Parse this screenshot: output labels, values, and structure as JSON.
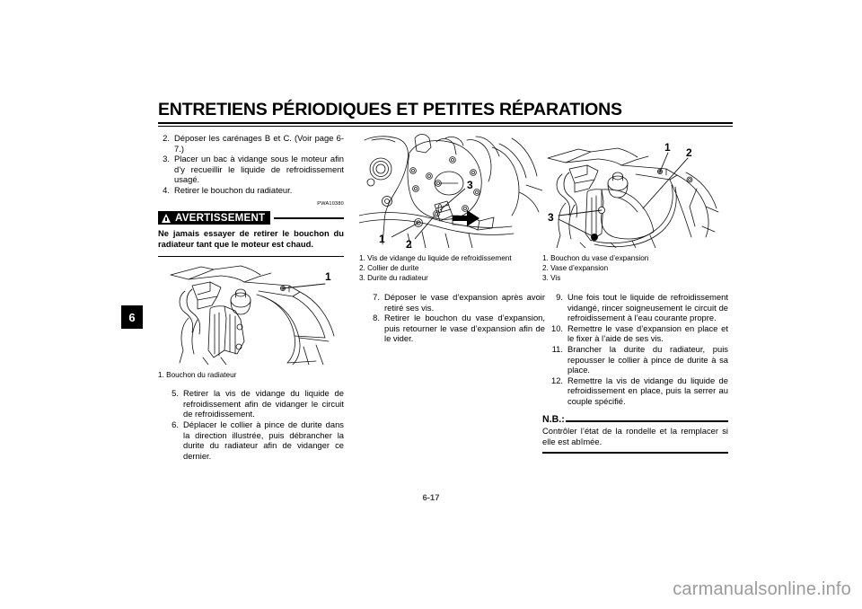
{
  "header": {
    "title": "ENTRETIENS PÉRIODIQUES ET PETITES RÉPARATIONS"
  },
  "chapter_tab": {
    "number": "6"
  },
  "footer": {
    "page_number": "6-17",
    "watermark": "carmanualsonline.info"
  },
  "column_left": {
    "steps_top": [
      {
        "num": "2.",
        "text": "Déposer les carénages B et C. (Voir page 6-7.)"
      },
      {
        "num": "3.",
        "text": "Placer un bac à vidange sous le moteur afin d’y recueillir le liquide de refroidissement usagé."
      },
      {
        "num": "4.",
        "text": "Retirer le bouchon du radiateur."
      }
    ],
    "warning": {
      "code": "PWA10380",
      "label": "AVERTISSEMENT",
      "icon": "warning-triangle-icon",
      "text": "Ne jamais essayer de retirer le bouchon du radiateur tant que le moteur est chaud."
    },
    "figure": {
      "name": "radiator-cap-illustration",
      "callouts": [
        "1"
      ]
    },
    "figure_caption": [
      "1. Bouchon du radiateur"
    ],
    "steps_bottom": [
      {
        "num": "5.",
        "text": "Retirer la vis de vidange du liquide de refroidissement afin de vidanger le circuit de refroidissement."
      },
      {
        "num": "6.",
        "text": "Déplacer le collier à pince de durite dans la direction illustrée, puis débrancher la durite du radiateur afin de vidanger ce dernier."
      }
    ]
  },
  "column_middle": {
    "figure": {
      "name": "coolant-drain-bolt-illustration",
      "callouts": [
        "1",
        "2",
        "3"
      ]
    },
    "figure_caption": [
      "1. Vis de vidange du liquide de refroidissement",
      "2. Collier de durite",
      "3. Durite du radiateur"
    ],
    "steps": [
      {
        "num": "7.",
        "text": "Déposer le vase d’expansion après avoir retiré ses vis."
      },
      {
        "num": "8.",
        "text": "Retirer le bouchon du vase d’expansion, puis retourner le vase d’expansion afin de le vider."
      }
    ]
  },
  "column_right": {
    "figure": {
      "name": "coolant-reservoir-illustration",
      "callouts": [
        "1",
        "2",
        "3"
      ]
    },
    "figure_caption": [
      "1. Bouchon du vase d’expansion",
      "2. Vase d’expansion",
      "3. Vis"
    ],
    "steps": [
      {
        "num": "9.",
        "text": "Une fois tout le liquide de refroidissement vidangé, rincer soigneusement le circuit de refroidissement à l’eau courante propre."
      },
      {
        "num": "10.",
        "text": "Remettre le vase d’expansion en place et le fixer à l’aide de ses vis."
      },
      {
        "num": "11.",
        "text": "Brancher la durite du radiateur, puis repousser le collier à pince de durite à sa place."
      },
      {
        "num": "12.",
        "text": "Remettre la vis de vidange du liquide de refroidissement en place, puis la serrer au couple spécifié."
      }
    ],
    "note": {
      "label": "N.B.:",
      "text": "Contrôler l’état de la rondelle et la remplacer si elle est abîmée."
    }
  },
  "colors": {
    "ink": "#000000",
    "paper": "#ffffff",
    "watermark": "#9b9b9b"
  }
}
